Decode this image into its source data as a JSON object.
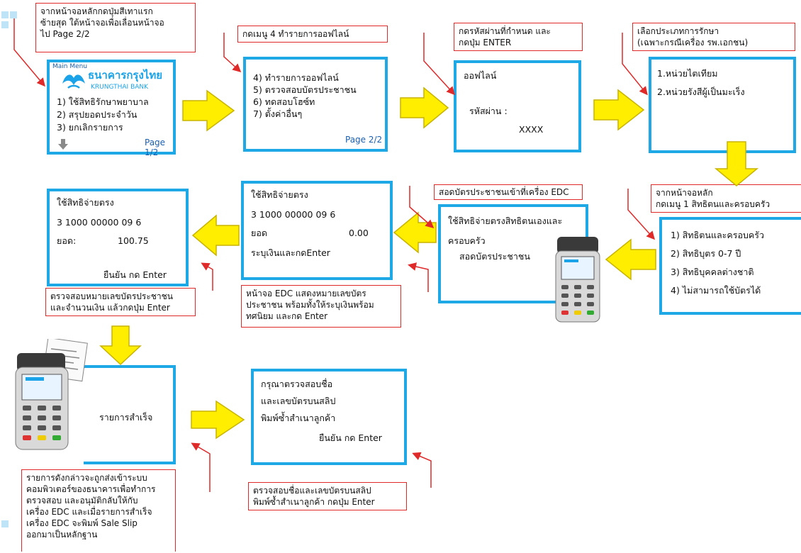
{
  "bank": {
    "name_th": "ธนาคารกรุงไทย",
    "name_en": "KRUNGTHAI BANK"
  },
  "notes": {
    "n1": "จากหน้าจอหลักกดปุ่มสีเทาแรก\nซ้ายสุด ใต้หน้าจอเพื่อเลื่อนหน้าจอ\nไป Page 2/2",
    "n2": "กดเมนู 4 ทำรายการออฟไลน์",
    "n3": "กดรหัสผ่านที่กำหนด และ\nกดปุ่ม  ENTER",
    "n4": "เลือกประเภทการรักษา\n (เฉพาะกรณีเครื่อง รพ.เอกชน)",
    "n5": "จากหน้าจอหลัก\nกดเมนู 1 สิทธิตนและครอบครัว",
    "n6": "สอดบัตรประชาชนเข้าที่เครื่อง EDC",
    "n7": "หน้าจอ EDC แสดงหมายเลขบัตร\nประชาชน พร้อมทั้งให้ระบุเงินพร้อม\nทศนิยม และกด Enter",
    "n8": "ตรวจสอบหมายเลขบัตรประชาชน\nและจำนวนเงิน แล้วกดปุ่ม Enter",
    "n9": "รายการดังกล่าวจะถูกส่งเข้าระบบ\nคอมพิวเตอร์ของธนาคารเพื่อทำการ\nตรวจสอบ และอนุมัติกลับให้กับ\nเครื่อง EDC และเมื่อรายการสำเร็จ\nเครื่อง EDC จะพิมพ์ Sale Slip\nออกมาเป็นหลักฐาน",
    "n10": "ตรวจสอบชื่อและเลขบัตรบนสลิป\nพิมพ์ซ้ำสำเนาลูกค้า กดปุ่ม Enter"
  },
  "screens": {
    "s1": {
      "header": "Main Menu",
      "items": [
        "1) ใช้สิทธิรักษาพยาบาล",
        "2) สรุปยอดประจำวัน",
        "3) ยกเลิกรายการ"
      ],
      "page": "Page 1/2"
    },
    "s2": {
      "items": [
        "4) ทำรายการออฟไลน์",
        "5) ตรวจสอบบัตรประชาชน",
        "6) ทดสอบโฮซ์ท",
        "7) ตั้งค่าอื่นๆ"
      ],
      "page": "Page 2/2"
    },
    "s3": {
      "title": "ออฟไลน์",
      "label": "รหัสผ่าน :",
      "value": "XXXX"
    },
    "s4": {
      "items": [
        "1.หน่วยไตเทียม",
        "2.หน่วยรังสีผู้เป็นมะเร็ง"
      ]
    },
    "s5": {
      "items": [
        "1) สิทธิตนและครอบครัว",
        "2) สิทธิบุตร 0-7 ปี",
        "3) สิทธิบุคคลต่างชาติ",
        "4) ไม่สามารถใช้บัตรได้"
      ]
    },
    "s6": {
      "line1": "ใช้สิทธิจ่ายตรงสิทธิตนเองและ",
      "line2": "ครอบครัว",
      "line3": "สอดบัตรประชาชน"
    },
    "s7": {
      "title": "ใช้สิทธิจ่ายตรง",
      "id": "3 1000 00000 09 6",
      "amount_label": "ยอด",
      "amount": "0.00",
      "prompt": "ระบุเงินและกดEnter"
    },
    "s8": {
      "title": "ใช้สิทธิจ่ายตรง",
      "id": "3 1000 00000 09 6",
      "amount_label": "ยอด:",
      "amount": "100.75",
      "confirm": "ยืนยัน กด Enter"
    },
    "s9": {
      "text": "รายการสำเร็จ"
    },
    "s10": {
      "lines": [
        "กรุณาตรวจสอบชื่อ",
        "และเลขบัตรบนสลิป",
        "พิมพ์ซ้ำสำเนาลูกค้า"
      ],
      "confirm": "ยืนยัน กด Enter"
    }
  },
  "colors": {
    "screen_border": "#1fa8e6",
    "note_border": "#e02a2a",
    "arrow_fill": "#ffee00",
    "arrow_stroke": "#c8b400",
    "pointer": "#e02a2a",
    "bank_blue": "#1aa3e8"
  }
}
